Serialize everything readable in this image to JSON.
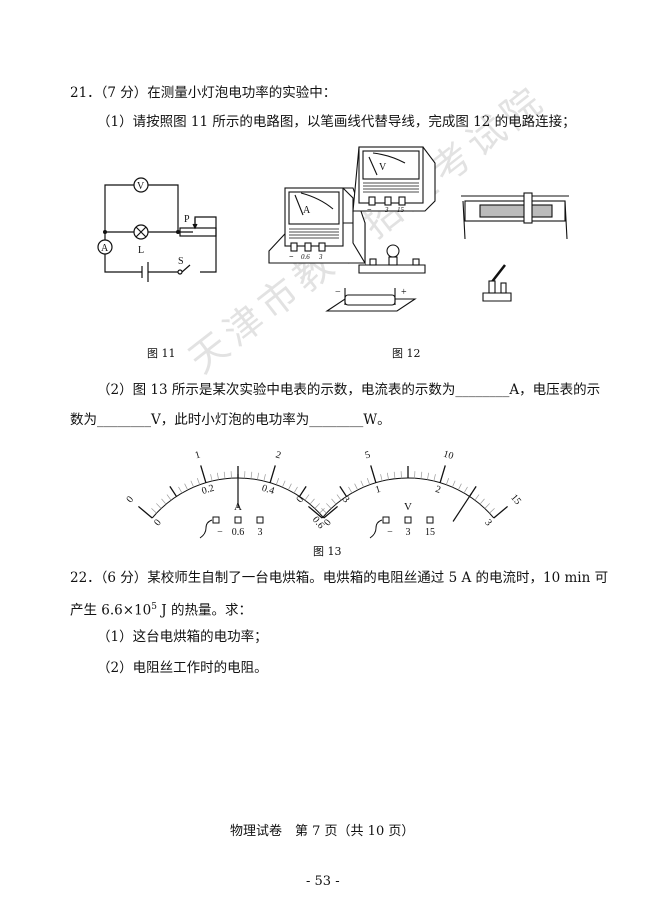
{
  "q21": {
    "title": "21．（7 分）在测量小灯泡电功率的实验中：",
    "part1": "（1）请按照图 11 所示的电路图，以笔画线代替导线，完成图 12 的电路连接；",
    "fig11_caption": "图 11",
    "fig12_caption": "图 12",
    "part2_line1": "（2）图 13 所示是某次实验中电表的示数，电流表的示数为________A，电压表的示",
    "part2_line2": "数为________V，此时小灯泡的电功率为________W。",
    "fig13_caption": "图 13",
    "fig11_labels": {
      "v": "V",
      "a": "A",
      "l": "L",
      "p": "P",
      "s": "S"
    },
    "fig12_labels": {
      "ammeter": "A",
      "voltmeter": "V",
      "a_terms": [
        "−",
        "0.6",
        "3"
      ],
      "v_terms": [
        "−",
        "3",
        "15"
      ],
      "battery_minus": "−",
      "battery_plus": "+"
    },
    "fig13": {
      "ammeter": {
        "unit": "A",
        "top_scale": [
          "0",
          "1",
          "2",
          "3"
        ],
        "bottom_scale": [
          "0",
          "0.2",
          "0.4",
          "0.6"
        ],
        "terminals": [
          "−",
          "0.6",
          "3"
        ],
        "reading_fraction": 0.5
      },
      "voltmeter": {
        "unit": "V",
        "top_scale": [
          "0",
          "5",
          "10",
          "15"
        ],
        "bottom_scale": [
          "0",
          "1",
          "2",
          "3"
        ],
        "terminals": [
          "−",
          "3",
          "15"
        ],
        "reading_fraction": 0.8333
      }
    }
  },
  "q22": {
    "line1": "22．（6 分）某校师生自制了一台电烘箱。电烘箱的电阻丝通过 5 A 的电流时，10 min 可",
    "line2_pre": "产生 6.6×10",
    "line2_exp": "5",
    "line2_post": " J 的热量。求：",
    "part1": "（1）这台电烘箱的电功率；",
    "part2": "（2）电阻丝工作时的电阻。"
  },
  "footer": {
    "title": "物理试卷　第 7 页（共 10 页）",
    "page_number": "- 53 -"
  },
  "watermark": "天津市教育招生考试院"
}
